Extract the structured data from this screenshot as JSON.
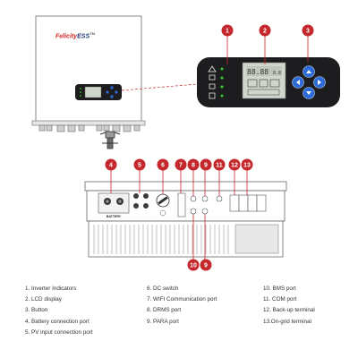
{
  "brand": {
    "name_prefix": "Felicity",
    "name_suffix": "ESS",
    "mark": "TM"
  },
  "callouts": [
    "1",
    "2",
    "3",
    "4",
    "5",
    "6",
    "7",
    "8",
    "9",
    "10",
    "11",
    "12",
    "13"
  ],
  "lcd": {
    "digits": "88.88",
    "unit": "8.8"
  },
  "battery_label": "BATTERY",
  "legend": [
    [
      "1. Inverter Indicators",
      "2. LCD display",
      "3. Button",
      "4. Battery connection port",
      "5. PV input connection port"
    ],
    [
      "6. DC switch",
      "7. WIFI Communication port",
      "8. DRMS port",
      "9. PARA port"
    ],
    [
      "10. BMS port",
      "11. COM port",
      "12. Back-up terminal",
      "13.On-grid terminal"
    ]
  ],
  "colors": {
    "callout": "#c5282c",
    "button": "#2e6bd8",
    "led": "#33cc33",
    "panel": "#1d1d1f",
    "lcd": "#cfd6cc"
  }
}
